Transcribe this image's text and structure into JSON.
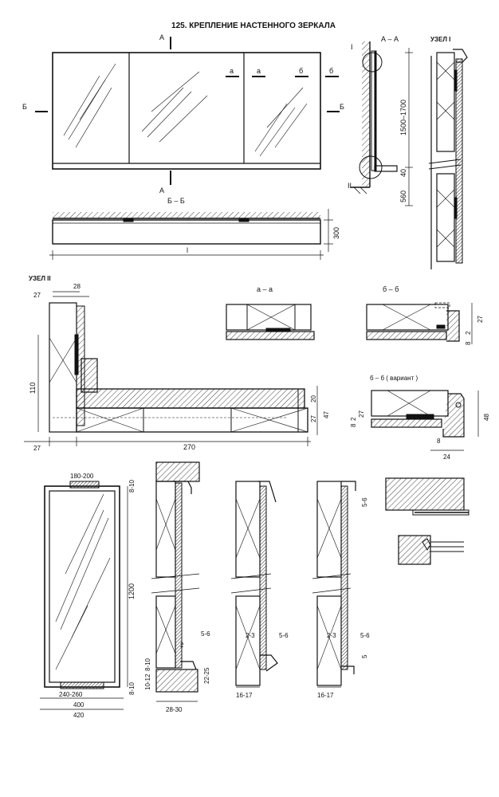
{
  "title": "125. КРЕПЛЕНИЕ НАСТЕННОГО ЗЕРКАЛА",
  "section_marks": {
    "A": "А",
    "A_bottom": "А",
    "B_left": "Б",
    "B_right": "Б",
    "a1": "а",
    "a2": "а",
    "b1": "б",
    "b2": "б"
  },
  "views": {
    "section_AA": "А – А",
    "section_BB": "Б – Б",
    "node1": "УЗЕЛ I",
    "node2": "УЗЕЛ II",
    "section_aa": "а – а",
    "section_bb": "б – б",
    "section_bb_var": "б – б ( вариант )",
    "roman1": "I",
    "roman2": "II"
  },
  "dims": {
    "aa_height": "1500–1700",
    "aa_bottom": "560",
    "aa_40": "40",
    "bb_300": "300",
    "bb_l": "l",
    "n2_27a": "27",
    "n2_28": "28",
    "n2_110": "110",
    "n2_27b": "27",
    "n2_270": "270",
    "n2_20": "20",
    "n2_27c": "27",
    "n2_47": "47",
    "bb_27": "27",
    "bb_2": "2",
    "bb_8": "8",
    "bbv_27": "27",
    "bbv_8a": "8",
    "bbv_2": "2",
    "bbv_8b": "8",
    "bbv_48": "48",
    "bbv_24": "24",
    "m_180": "180-200",
    "m_810a": "8-10",
    "m_1200": "1200",
    "m_810b": "8-10",
    "m_240": "240-260",
    "m_400": "400",
    "m_420": "420",
    "d1_56": "5-6",
    "d1_2": "2",
    "d1_810": "8-10",
    "d1_1012": "10-12",
    "d1_2225": "22-25",
    "d1_2830": "28-30",
    "d2_23": "2-3",
    "d2_56": "5-6",
    "d2_1617": "16-17",
    "d3_56a": "5-6",
    "d3_23": "2-3",
    "d3_56b": "5-6",
    "d3_5": "5",
    "d3_1617": "16-17"
  }
}
